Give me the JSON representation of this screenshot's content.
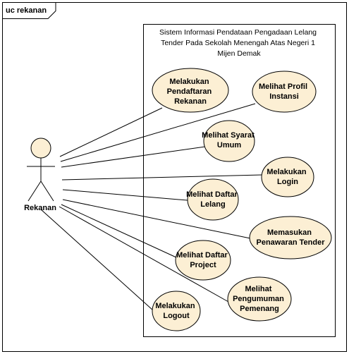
{
  "frame": {
    "label": "uc rekanan"
  },
  "system": {
    "title_lines": [
      "Sistem Informasi Pendataan Pengadaan Lelang",
      "Tender Pada Sekolah Menengah Atas Negeri 1",
      "Mijen Demak"
    ]
  },
  "actor": {
    "name": "Rekanan"
  },
  "use_cases": [
    {
      "lines": [
        "Melakukan",
        "Pendaftaran",
        "Rekanan"
      ]
    },
    {
      "lines": [
        "Melihat Profil",
        "Instansi"
      ]
    },
    {
      "lines": [
        "Melihat Syarat",
        "Umum"
      ]
    },
    {
      "lines": [
        "Melakukan",
        "Login"
      ]
    },
    {
      "lines": [
        "Melihat Daftar",
        "Lelang"
      ]
    },
    {
      "lines": [
        "Memasukan",
        "Penawaran Tender"
      ]
    },
    {
      "lines": [
        "Melihat Daftar",
        "Project"
      ]
    },
    {
      "lines": [
        "Melihat",
        "Pengumuman",
        "Pemenang"
      ]
    },
    {
      "lines": [
        "Melakukan",
        "Logout"
      ]
    }
  ],
  "colors": {
    "usecase_fill": "#fcefd4",
    "stroke": "#000000",
    "actor_fill": "#fcefd4",
    "background": "#ffffff"
  }
}
